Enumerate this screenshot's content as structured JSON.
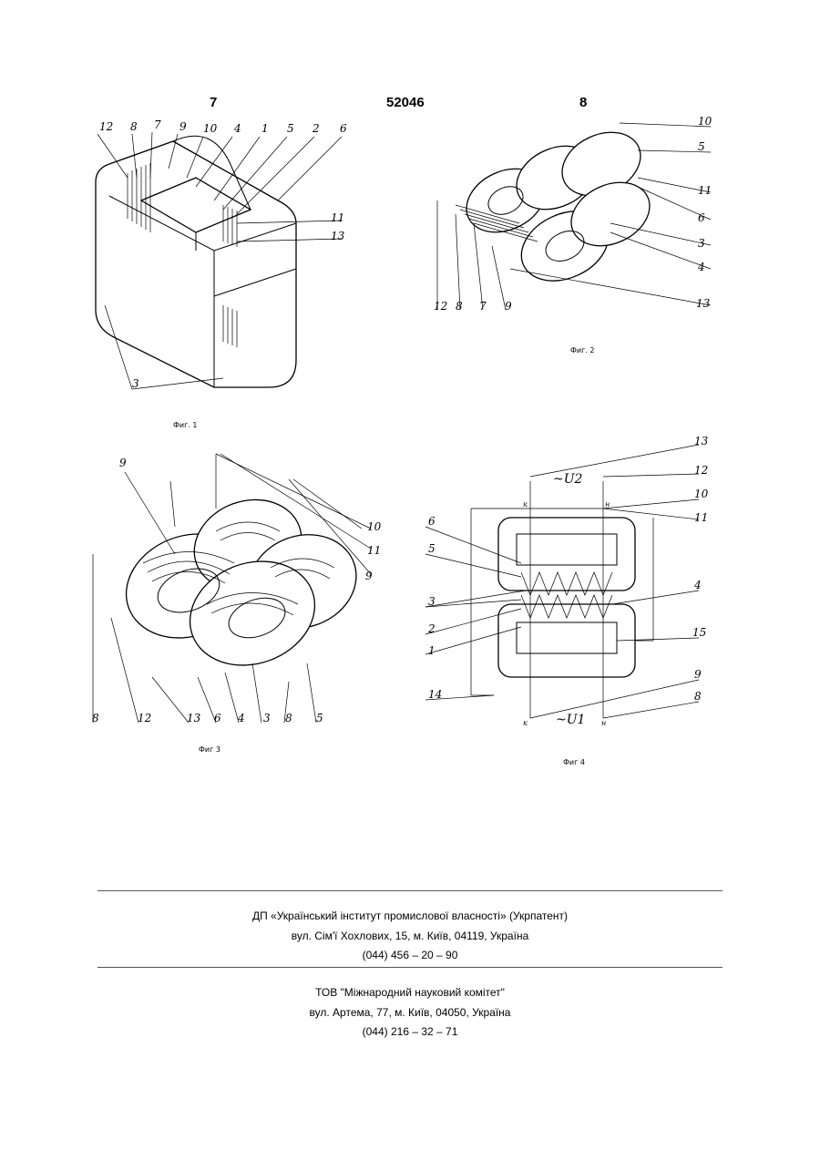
{
  "header": {
    "page_left": "7",
    "patent_no": "52046",
    "page_right": "8"
  },
  "figures": {
    "fig1": {
      "caption": "Фиг. 1",
      "labels": [
        "12",
        "8",
        "7",
        "9",
        "10",
        "4",
        "1",
        "5",
        "2",
        "6",
        "11",
        "13",
        "3"
      ]
    },
    "fig2": {
      "caption": "Фиг. 2",
      "labels": [
        "10",
        "5",
        "11",
        "6",
        "3",
        "4",
        "13",
        "12",
        "8",
        "7",
        "9"
      ]
    },
    "fig3": {
      "caption": "Фиг 3",
      "labels": [
        "9",
        "10",
        "11",
        "9",
        "8",
        "12",
        "13",
        "6",
        "4",
        "3",
        "8",
        "5"
      ]
    },
    "fig4": {
      "caption": "Фиг 4",
      "labels": [
        "13",
        "~U2",
        "12",
        "10",
        "11",
        "6",
        "5",
        "3",
        "2",
        "4",
        "1",
        "15",
        "14",
        "9",
        "8",
        "~U1",
        "к",
        "н",
        "к",
        "н"
      ]
    }
  },
  "footer": {
    "org1": "ДП «Український інститут промислової власності» (Укрпатент)",
    "addr1": "вул. Сім'ї Хохлових, 15, м. Київ, 04119, Україна",
    "tel1": "(044) 456 – 20 –  90",
    "org2": "ТОВ \"Міжнародний науковий комітет\"",
    "addr2": "вул. Артема, 77, м. Київ, 04050, Україна",
    "tel2": "(044) 216 – 32 – 71"
  }
}
